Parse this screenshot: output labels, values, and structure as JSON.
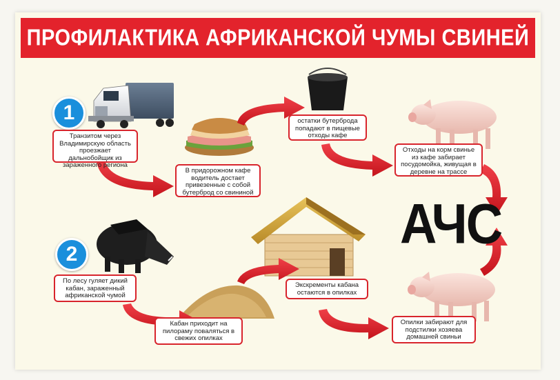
{
  "title": "ПРОФИЛАКТИКА АФРИКАНСКОЙ ЧУМЫ СВИНЕЙ",
  "badges": {
    "one": "1",
    "two": "2"
  },
  "abbr": "АЧС",
  "captions": {
    "truck": "Транзитом через Владимирскую область проезжает дальнобойщик из зараженного региона",
    "sandwich": "В придорожном кафе водитель достает привезенные с собой бутерброд со свининой",
    "bucket": "остатки бутерброда попадают в пищевые отходы кафе",
    "pig_top": "Отходы на корм свинье из кафе забирает посудомойка, живущая в деревне на трассе",
    "boar": "По лесу гуляет дикий кабан, зараженный африканской чумой",
    "sawdust": "Кабан приходит на пилораму поваляться в свежих опилках",
    "house": "Экскременты кабана остаются в опилках",
    "pig_bottom": "Опилки забирают для подстилки хозяева домашней свиньи"
  },
  "colors": {
    "accent": "#e3232c",
    "badge": "#1a8fdc",
    "text": "#111111"
  }
}
